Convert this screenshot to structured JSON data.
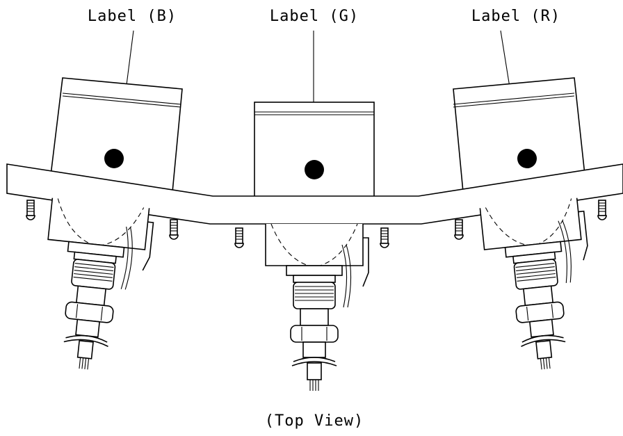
{
  "labels": {
    "blue": "Label (B)",
    "green": "Label (G)",
    "red": "Label (R)"
  },
  "caption": "(Top View)",
  "colors": {
    "line": "#000000",
    "background": "#ffffff"
  }
}
